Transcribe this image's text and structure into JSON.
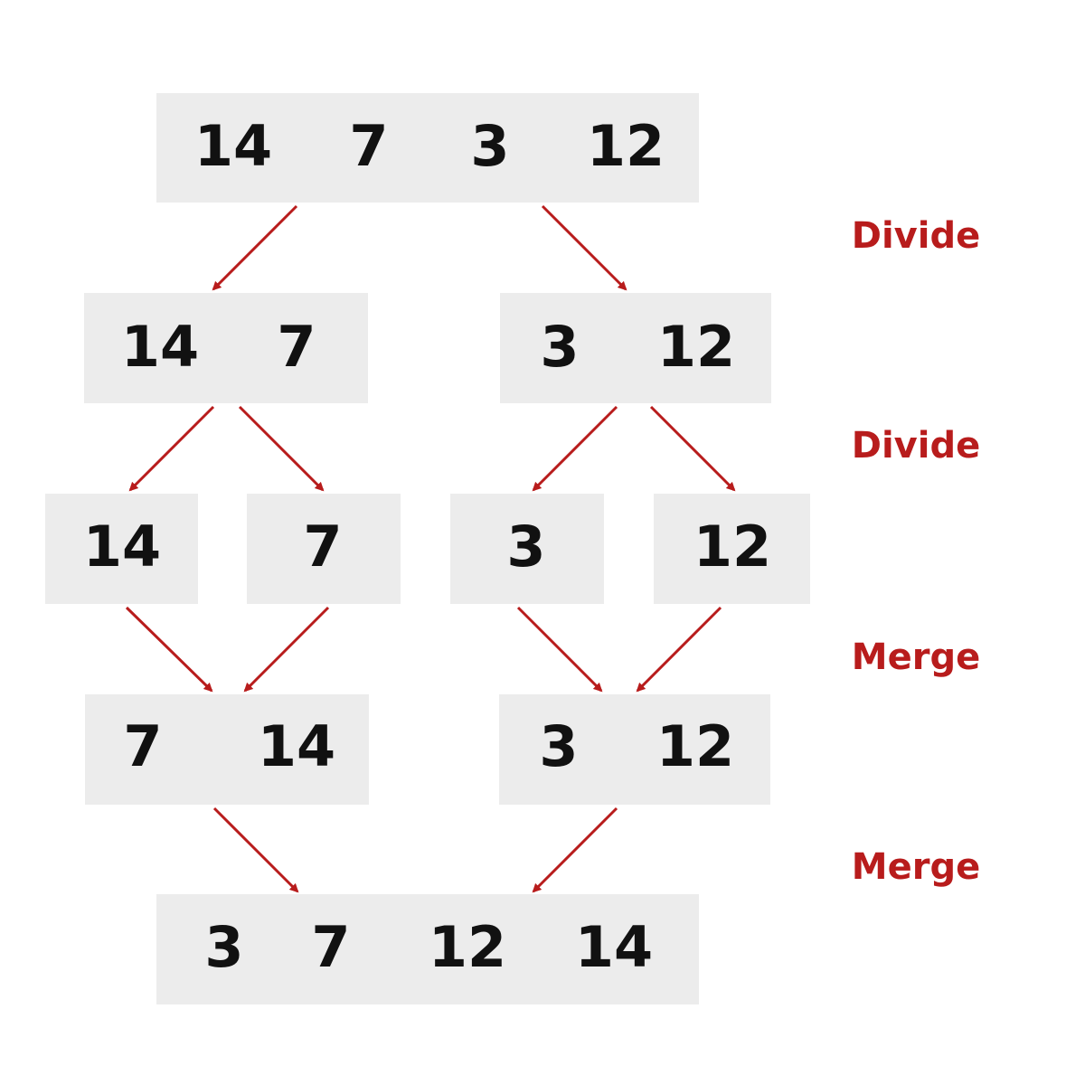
{
  "colors": {
    "box_fill": "#ececec",
    "number_text": "#111111",
    "arrow": "#b81c1c",
    "step_label": "#b81c1c"
  },
  "levels": [
    {
      "groups": [
        [
          "14",
          "7",
          "3",
          "12"
        ]
      ]
    },
    {
      "groups": [
        [
          "14",
          "7"
        ],
        [
          "3",
          "12"
        ]
      ]
    },
    {
      "groups": [
        [
          "14"
        ],
        [
          "7"
        ],
        [
          "3"
        ],
        [
          "12"
        ]
      ]
    },
    {
      "groups": [
        [
          "7",
          "14"
        ],
        [
          "3",
          "12"
        ]
      ]
    },
    {
      "groups": [
        [
          "3",
          "7",
          "12",
          "14"
        ]
      ]
    }
  ],
  "step_labels": [
    "Divide",
    "Divide",
    "Merge",
    "Merge"
  ]
}
